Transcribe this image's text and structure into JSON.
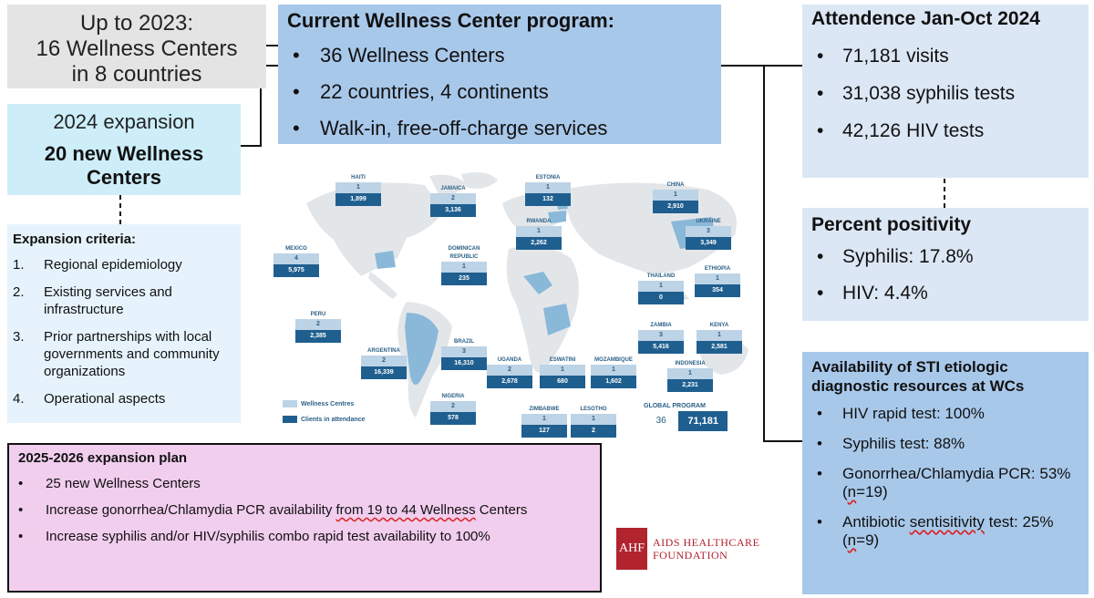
{
  "up_to_2023": {
    "line1": "Up to 2023:",
    "line2": "16 Wellness Centers",
    "line3": "in 8 countries"
  },
  "expansion_2024": {
    "line1": "2024 expansion",
    "line2": "20 new Wellness Centers"
  },
  "current_program": {
    "title": "Current Wellness Center program:",
    "bullets": [
      "36 Wellness Centers",
      "22 countries, 4 continents",
      "Walk-in, free-off-charge services"
    ]
  },
  "criteria": {
    "title": "Expansion criteria:",
    "items": [
      {
        "num": "1.",
        "text": "Regional epidemiology"
      },
      {
        "num": "2.",
        "text": "Existing services and infrastructure"
      },
      {
        "num": "3.",
        "text": "Prior partnerships with local governments and community organizations"
      },
      {
        "num": "4.",
        "text": "Operational aspects"
      }
    ]
  },
  "attendance": {
    "title": "Attendence Jan-Oct 2024",
    "bullets": [
      "71,181 visits",
      "31,038 syphilis tests",
      "42,126 HIV tests"
    ]
  },
  "positivity": {
    "title": "Percent positivity",
    "bullets": [
      "Syphilis: 17.8%",
      "HIV: 4.4%"
    ]
  },
  "availability": {
    "title": "Availability of STI etiologic diagnostic resources at WCs",
    "bullets": [
      {
        "pre": "HIV rapid test: 100%"
      },
      {
        "pre": "Syphilis test: 88%"
      },
      {
        "pre": "Gonorrhea/Chlamydia PCR: 53% (",
        "squig": "n",
        "post": "=19)"
      },
      {
        "pre": "Antibiotic ",
        "squig": "sentisitivity",
        "post": " test: 25% (",
        "squig2": "n",
        "post2": "=9)"
      }
    ]
  },
  "plan": {
    "title": "2025-2026 expansion plan",
    "bullets": [
      {
        "pre": "25 new Wellness Centers"
      },
      {
        "pre": "Increase gonorrhea/Chlamydia PCR availability ",
        "squig": "from 19 to 44 Wellness",
        "post": " Centers"
      },
      {
        "pre": "Increase syphilis and/or HIV/syphilis combo rapid test availability to 100%"
      }
    ]
  },
  "map": {
    "countries": [
      {
        "name": "HAITI",
        "centers": "1",
        "clients": "1,899"
      },
      {
        "name": "JAMAICA",
        "centers": "2",
        "clients": "3,136"
      },
      {
        "name": "ESTONIA",
        "centers": "1",
        "clients": "132"
      },
      {
        "name": "CHINA",
        "centers": "1",
        "clients": "2,910"
      },
      {
        "name": "RWANDA",
        "centers": "1",
        "clients": "2,262"
      },
      {
        "name": "UKRAINE",
        "centers": "3",
        "clients": "3,349"
      },
      {
        "name": "MEXICO",
        "centers": "4",
        "clients": "5,975"
      },
      {
        "name": "DOMINICAN REPUBLIC",
        "centers": "1",
        "clients": "235"
      },
      {
        "name": "THAILAND",
        "centers": "1",
        "clients": "0"
      },
      {
        "name": "ETHIOPIA",
        "centers": "1",
        "clients": "354"
      },
      {
        "name": "PERU",
        "centers": "2",
        "clients": "2,385"
      },
      {
        "name": "ZAMBIA",
        "centers": "3",
        "clients": "5,416"
      },
      {
        "name": "KENYA",
        "centers": "1",
        "clients": "2,581"
      },
      {
        "name": "ARGENTINA",
        "centers": "2",
        "clients": "16,339"
      },
      {
        "name": "BRAZIL",
        "centers": "3",
        "clients": "16,310"
      },
      {
        "name": "UGANDA",
        "centers": "2",
        "clients": "2,678"
      },
      {
        "name": "ESWATINI",
        "centers": "1",
        "clients": "680"
      },
      {
        "name": "MOZAMBIQUE",
        "centers": "1",
        "clients": "1,602"
      },
      {
        "name": "INDONESIA",
        "centers": "1",
        "clients": "2,231"
      },
      {
        "name": "NIGERIA",
        "centers": "2",
        "clients": "578"
      },
      {
        "name": "ZIMBABWE",
        "centers": "1",
        "clients": "127"
      },
      {
        "name": "LESOTHO",
        "centers": "1",
        "clients": "2"
      }
    ],
    "legend": {
      "centres": "Wellness Centres",
      "clients": "Clients in attendance"
    },
    "global": {
      "label": "GLOBAL PROGRAM",
      "centers": "36",
      "clients": "71,181"
    },
    "colors": {
      "centers": "#bdd3e6",
      "clients": "#1f5f8f",
      "land": "#e3e6e9"
    }
  },
  "logo": {
    "mark": "AHF",
    "line1": "AIDS HEALTHCARE",
    "line2": "FOUNDATION"
  }
}
